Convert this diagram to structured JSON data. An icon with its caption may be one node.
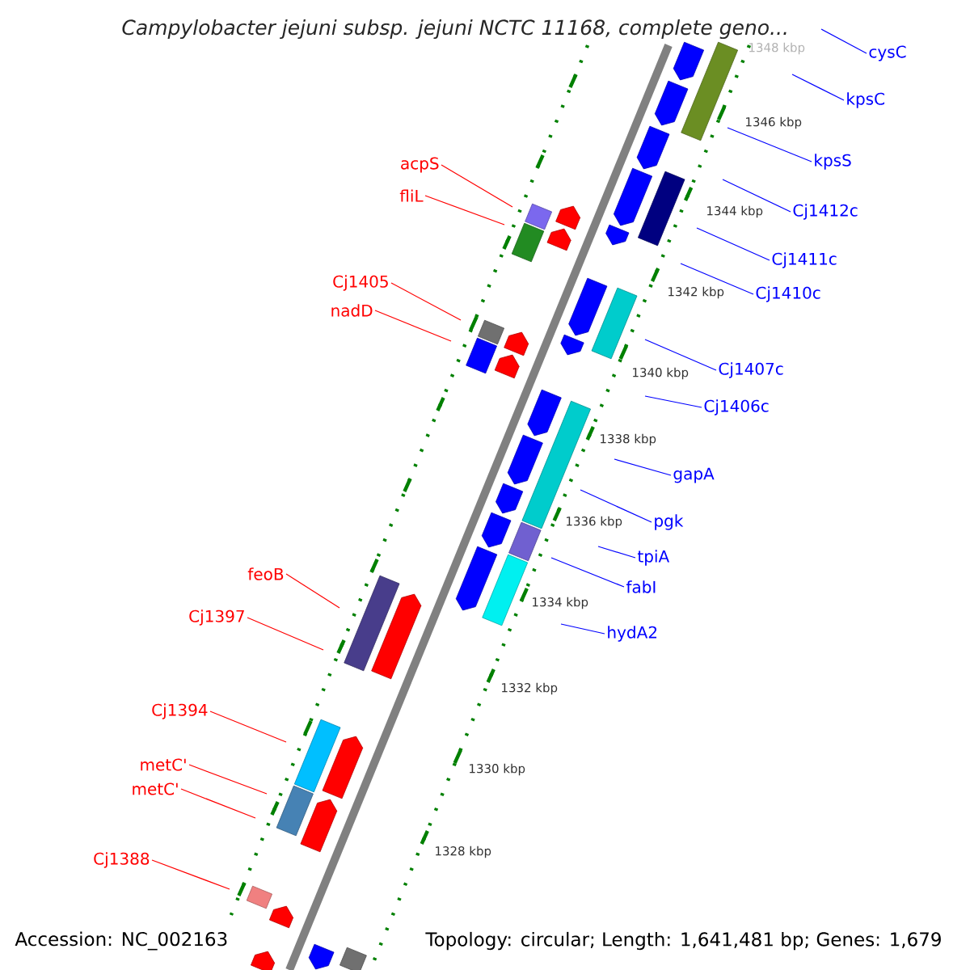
{
  "diagram": {
    "title": "Campylobacter jejuni subsp. jejuni NCTC 11168, complete geno...",
    "nodes": [
      {
        "text": [
          "cysC"
        ]
      },
      {
        "text": [
          "kpsC"
        ]
      },
      {
        "text": [
          "kpsS"
        ]
      },
      {
        "text": [
          "Cj1412c"
        ]
      },
      {
        "text": [
          "Cj1411c"
        ]
      },
      {
        "text": [
          "Cj1410c"
        ]
      },
      {
        "text": [
          "Cj1407c"
        ]
      },
      {
        "text": [
          "Cj1406c"
        ]
      },
      {
        "text": [
          "gapA"
        ]
      },
      {
        "text": [
          "pgk"
        ]
      },
      {
        "text": [
          "tpiA"
        ]
      },
      {
        "text": [
          "fabI"
        ]
      },
      {
        "text": [
          "hydA2"
        ]
      },
      {
        "text": [
          "acpS"
        ]
      },
      {
        "text": [
          "fliL"
        ]
      },
      {
        "text": [
          "Cj1405"
        ]
      },
      {
        "text": [
          "nadD"
        ]
      },
      {
        "text": [
          "feoB"
        ]
      },
      {
        "text": [
          "Cj1397"
        ]
      },
      {
        "text": [
          "Cj1394"
        ]
      },
      {
        "text": [
          "metC'"
        ]
      },
      {
        "text": [
          "metC'"
        ]
      },
      {
        "text": [
          "Cj1388"
        ]
      }
    ],
    "edges": [
      {
        "from": 0,
        "to": null,
        "arrow": "none"
      },
      {
        "from": 1,
        "to": null,
        "arrow": "none"
      },
      {
        "from": 2,
        "to": null,
        "arrow": "none"
      },
      {
        "from": 3,
        "to": null,
        "arrow": "none"
      },
      {
        "from": 4,
        "to": null,
        "arrow": "none"
      },
      {
        "from": 5,
        "to": null,
        "arrow": "none"
      },
      {
        "from": 6,
        "to": null,
        "arrow": "none"
      },
      {
        "from": 7,
        "to": null,
        "arrow": "none"
      },
      {
        "from": 8,
        "to": null,
        "arrow": "none"
      },
      {
        "from": 9,
        "to": null,
        "arrow": "none"
      },
      {
        "from": 10,
        "to": null,
        "arrow": "none"
      },
      {
        "from": 11,
        "to": null,
        "arrow": "none"
      },
      {
        "from": 12,
        "to": null,
        "arrow": "none"
      },
      {
        "from": 13,
        "to": null,
        "arrow": "none",
        "color": "#ff0000"
      },
      {
        "from": 14,
        "to": null,
        "arrow": "none",
        "color": "#ff0000"
      },
      {
        "from": 15,
        "to": null,
        "arrow": "none",
        "color": "#ff0000"
      },
      {
        "from": 16,
        "to": null,
        "arrow": "none",
        "color": "#ff0000"
      },
      {
        "from": 17,
        "to": null,
        "arrow": "none",
        "color": "#ff0000"
      },
      {
        "from": 18,
        "to": null,
        "arrow": "none",
        "color": "#ff0000"
      },
      {
        "from": 19,
        "to": null,
        "arrow": "none",
        "color": "#ff0000"
      },
      {
        "from": 20,
        "to": null,
        "arrow": "none",
        "color": "#ff0000"
      },
      {
        "from": 21,
        "to": null,
        "arrow": "none",
        "color": "#ff0000"
      },
      {
        "from": 22,
        "to": null,
        "arrow": "none",
        "color": "#ff0000"
      }
    ],
    "labels": [
      "1348 kbp",
      "1346 kbp",
      "1344 kbp",
      "1342 kbp",
      "1340 kbp",
      "1338 kbp",
      "1336 kbp",
      "1334 kbp",
      "1332 kbp",
      "1330 kbp",
      "1328 kbp",
      "Accession: NC_002163",
      "Topology: circular; Length: 1,641,481 bp; Genes: 1,679"
    ]
  }
}
